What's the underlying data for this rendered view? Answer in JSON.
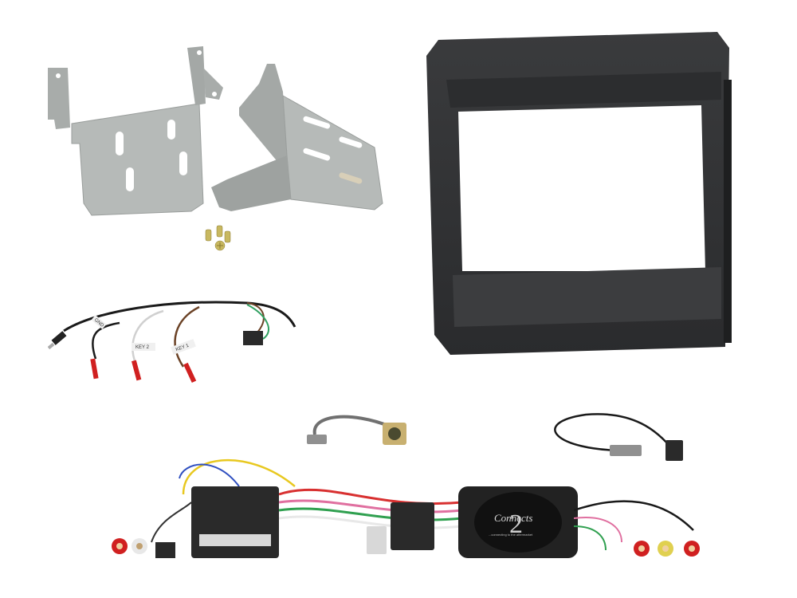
{
  "scene": {
    "description": "Car stereo double-DIN installation kit product photo on white background",
    "background": "#ffffff"
  },
  "items": {
    "brackets": {
      "label": "Metal mounting brackets (pair)",
      "color": "#b4b8b6"
    },
    "screws": {
      "label": "Screws",
      "count": 4,
      "color": "#c8b860"
    },
    "fascia": {
      "label": "Double-DIN fascia panel",
      "color": "#2e2f31"
    },
    "aux_harness": {
      "label": "Auxiliary key harness",
      "tags": [
        "GND",
        "KEY 2",
        "KEY 1"
      ],
      "colors": {
        "wire_black": "#1a1a1a",
        "wire_white": "#d0d0d0",
        "wire_brown": "#6b4226",
        "plug_red": "#d02020"
      }
    },
    "usb_adapter": {
      "label": "USB adapter lead",
      "connector_color": "#c8b070"
    },
    "antenna_adapter": {
      "label": "Antenna adapter"
    },
    "steering_interface": {
      "label": "Steering wheel control interface",
      "brand": "Connects",
      "brand_number": "2",
      "tagline": "...connecting to the aftermarket"
    },
    "main_harness": {
      "label": "Main wiring harness",
      "colors": {
        "yellow": "#e8c820",
        "red": "#d83030",
        "white": "#e8e8e8",
        "blue": "#3050c0",
        "pink": "#e070a0",
        "green": "#30a050",
        "connector": "#2a2a2a"
      }
    }
  }
}
